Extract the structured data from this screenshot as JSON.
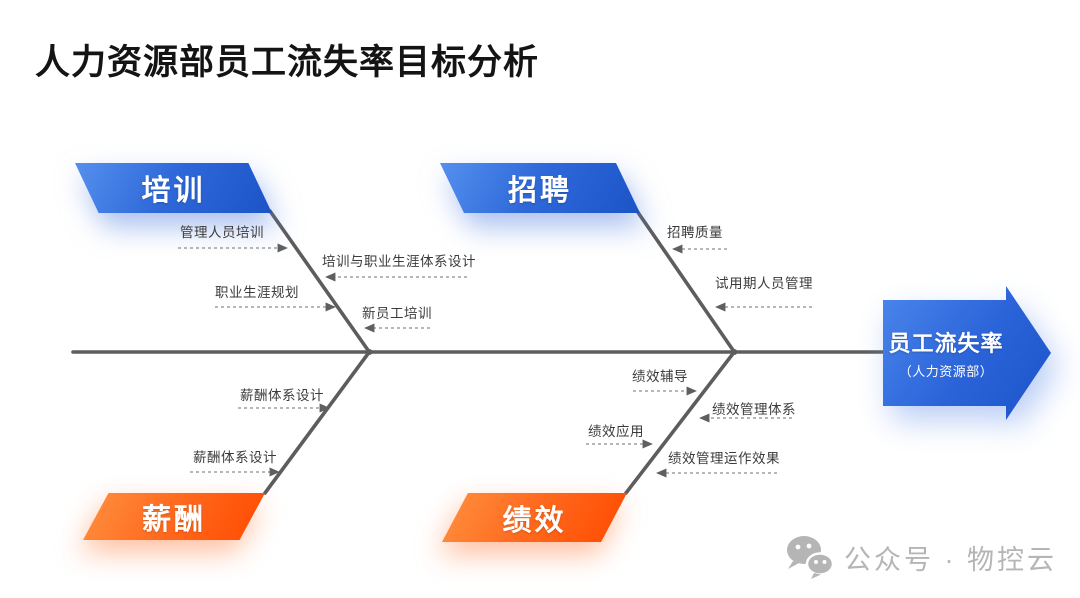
{
  "title": "人力资源部员工流失率目标分析",
  "effect": {
    "title": "员工流失率",
    "subtitle": "（人力资源部）"
  },
  "branches": [
    {
      "label": "培训",
      "position": "top-left",
      "theme": "blue",
      "causes": [
        "管理人员培训",
        "培训与职业生涯体系设计",
        "职业生涯规划",
        "新员工培训"
      ]
    },
    {
      "label": "招聘",
      "position": "top-right",
      "theme": "blue",
      "causes": [
        "招聘质量",
        "试用期人员管理"
      ]
    },
    {
      "label": "薪酬",
      "position": "bottom-left",
      "theme": "orange",
      "causes": [
        "薪酬体系设计",
        "薪酬体系设计"
      ]
    },
    {
      "label": "绩效",
      "position": "bottom-right",
      "theme": "orange",
      "causes": [
        "绩效辅导",
        "绩效管理体系",
        "绩效应用",
        "绩效管理运作效果"
      ]
    }
  ],
  "watermark": {
    "icon": "wechat-icon",
    "text": "公众号 · 物控云"
  },
  "colors": {
    "blue_accent": "#2a63d4",
    "orange_accent": "#ff5a10",
    "bone": "#5d5d5d",
    "label_text": "#3b3b3b",
    "watermark_gray": "#b5b5b5"
  }
}
